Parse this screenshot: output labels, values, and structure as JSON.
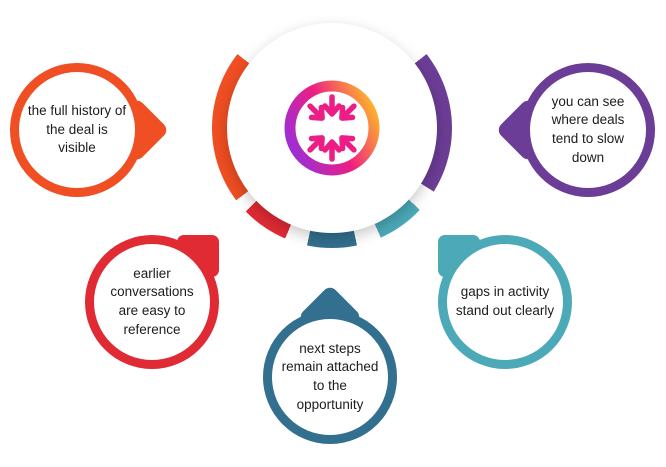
{
  "center": {
    "icon": "arrows-converge-icon",
    "icon_gradient": [
      "#9B2FD6",
      "#EE1E83",
      "#FDB12C"
    ],
    "arrow_color": "#EC1E85",
    "ring_segments": [
      {
        "name": "purple-arc",
        "color": "#6C3D96",
        "from": 52,
        "to": 122
      },
      {
        "name": "teal-arc",
        "color": "#4BA9B8",
        "from": 133,
        "to": 156
      },
      {
        "name": "blue-arc",
        "color": "#33708F",
        "from": 168,
        "to": 192
      },
      {
        "name": "red-arc",
        "color": "#E02B35",
        "from": 203,
        "to": 226
      },
      {
        "name": "orange-arc",
        "color": "#F04E23",
        "from": 233,
        "to": 308
      }
    ]
  },
  "bubbles": [
    {
      "id": "full-history",
      "label": "the full history of the deal is visible",
      "color": "#F04E23"
    },
    {
      "id": "slow-down",
      "label": "you can see where deals tend to slow down",
      "color": "#6C3D96"
    },
    {
      "id": "conversations",
      "label": "earlier conversations are easy to reference",
      "color": "#E02B35"
    },
    {
      "id": "next-steps",
      "label": "next steps remain attached to the opportunity",
      "color": "#33708F"
    },
    {
      "id": "gaps",
      "label": "gaps in activity stand out clearly",
      "color": "#4BA9B8"
    }
  ]
}
